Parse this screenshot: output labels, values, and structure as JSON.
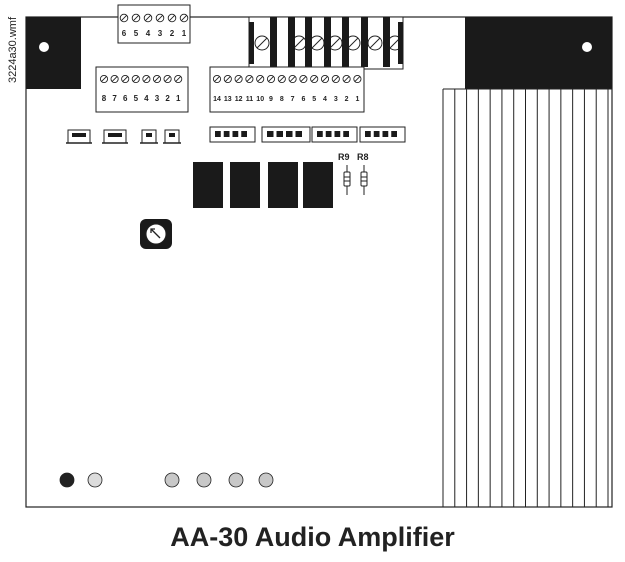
{
  "filename": "3224a30.wmf",
  "caption": "AA-30 Audio Amplifier",
  "terminal_blocks": [
    {
      "id": "tb-top-6",
      "labels": [
        "6",
        "5",
        "4",
        "3",
        "2",
        "1"
      ]
    },
    {
      "id": "tb-mid-8",
      "labels": [
        "8",
        "7",
        "6",
        "5",
        "4",
        "3",
        "2",
        "1"
      ]
    },
    {
      "id": "tb-mid-14",
      "labels": [
        "14",
        "13",
        "12",
        "11",
        "10",
        "9",
        "8",
        "7",
        "6",
        "5",
        "4",
        "3",
        "2",
        "1"
      ]
    }
  ],
  "resistors": [
    {
      "id": "r9",
      "label": "R9"
    },
    {
      "id": "r8",
      "label": "R8"
    }
  ],
  "header_connectors": 4,
  "dip_switches": 4,
  "relays": 4,
  "leds": [
    {
      "state": "on",
      "color": "#222222"
    },
    {
      "state": "off",
      "color": "#dcdcdc"
    },
    {
      "state": "off",
      "color": "#c8c8c8"
    },
    {
      "state": "off",
      "color": "#c8c8c8"
    },
    {
      "state": "off",
      "color": "#c8c8c8"
    },
    {
      "state": "off",
      "color": "#c8c8c8"
    }
  ],
  "heatsink_fins": 15,
  "colors": {
    "ink": "#222222",
    "fill_dark": "#1a1a1a",
    "led_off": "#c8c8c8"
  }
}
